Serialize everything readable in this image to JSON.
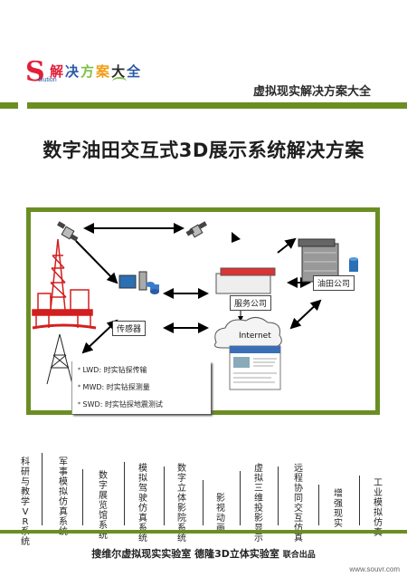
{
  "logo": {
    "s": "S",
    "sub": "olution",
    "chars": [
      "解",
      "决",
      "方",
      "案",
      "大",
      "全"
    ],
    "char_colors": [
      "#e21e38",
      "#2b5aa8",
      "#7cc045",
      "#f39c12",
      "#2b2b2b",
      "#2b5aa8"
    ]
  },
  "header": {
    "title": "虚拟现实解决方案大全"
  },
  "main_title": "数字油田交互式3D展示系统解决方案",
  "diagram": {
    "labels": {
      "service": "服务公司",
      "oilfield": "油田公司",
      "sensor": "传感器",
      "internet": "Internet"
    },
    "legend": [
      {
        "star": "*",
        "key": "LWD:",
        "text": "时实钻探传输"
      },
      {
        "star": "*",
        "key": "MWD:",
        "text": "时实钻探测量"
      },
      {
        "star": "*",
        "key": "SWD:",
        "text": "时实钻探地震测试"
      }
    ]
  },
  "categories": [
    {
      "label": "科研与教学VR系统"
    },
    {
      "label": "军事模拟仿真系统"
    },
    {
      "label": "数字展览馆系统"
    },
    {
      "label": "模拟驾驶仿真系统"
    },
    {
      "label": "数字立体影院系统"
    },
    {
      "label": "影视动画"
    },
    {
      "label": "虚拟三维投影显示"
    },
    {
      "label": "远程协同交互仿真"
    },
    {
      "label": "增强现实"
    },
    {
      "label": "工业模拟仿真"
    }
  ],
  "footer": {
    "text": "搜维尔虚拟现实实验室  德隆3D立体实验室",
    "sub": "联合出品"
  },
  "watermark": "www.souvr.com"
}
